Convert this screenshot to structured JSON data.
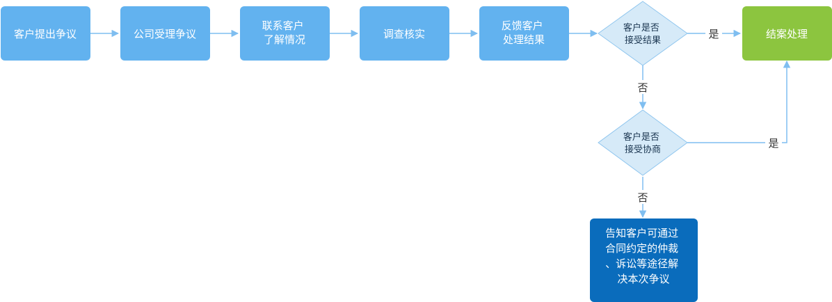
{
  "nodes": {
    "step1": {
      "lines": [
        "客户提出争议"
      ]
    },
    "step2": {
      "lines": [
        "公司受理争议"
      ]
    },
    "step3": {
      "lines": [
        "联系客户",
        "了解情况"
      ]
    },
    "step4": {
      "lines": [
        "调查核实"
      ]
    },
    "step5": {
      "lines": [
        "反馈客户",
        "处理结果"
      ]
    },
    "decision1": {
      "lines": [
        "客户是否",
        "接受结果"
      ]
    },
    "close": {
      "lines": [
        "结案处理"
      ]
    },
    "decision2": {
      "lines": [
        "客户是否",
        "接受协商"
      ]
    },
    "notice": {
      "lines": [
        "告知客户可通过",
        "合同约定的仲裁",
        "、诉讼等途径解",
        "决本次争议"
      ]
    }
  },
  "edges": {
    "d1_yes": "是",
    "d1_no": "否",
    "d2_yes": "是",
    "d2_no": "否"
  },
  "colors": {
    "process_fill": "#62b2ef",
    "decision_fill": "#d6eaf8",
    "decision_stroke": "#8ec5ee",
    "close_fill": "#8cc53f",
    "notice_fill": "#0a6cbc",
    "arrow": "#7fbef0",
    "edge_label": "#333333",
    "node_text_light": "#ffffff",
    "node_text_dark": "#1a3550"
  }
}
